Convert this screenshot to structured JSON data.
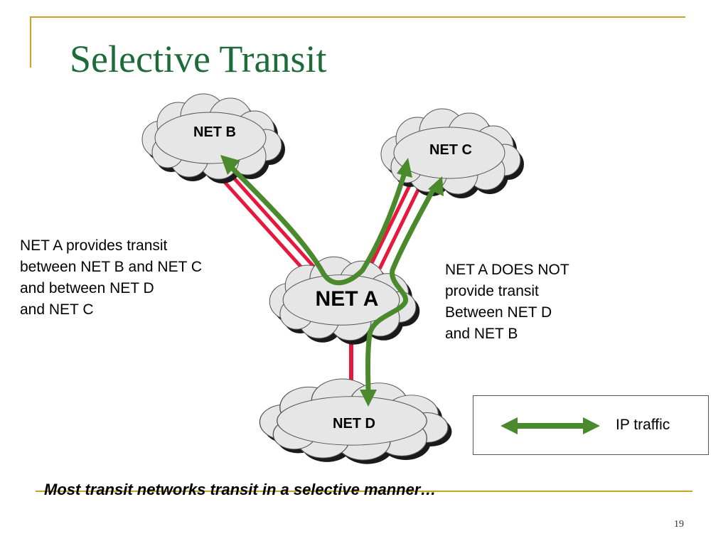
{
  "slide": {
    "title": "Selective Transit",
    "caption": "Most transit networks transit in a selective manner…",
    "page_number": "19"
  },
  "diagram": {
    "networks": {
      "net_a": "NET A",
      "net_b": "NET B",
      "net_c": "NET C",
      "net_d": "NET D"
    },
    "link_color": "#e8173c",
    "traffic_color": "#4a8a2c"
  },
  "notes": {
    "left": "NET A provides transit\nbetween NET B and NET C\nand between NET D\nand NET C",
    "right": "NET A DOES NOT\nprovide transit\nBetween NET D\nand NET B"
  },
  "legend": {
    "label": "IP traffic",
    "icon": "double-headed-arrow-icon"
  },
  "colors": {
    "title": "#1e6b3a",
    "accent_rule": "#c9a227",
    "cloud_fill": "#e6e6e6",
    "cloud_shadow": "#1a1a1a"
  }
}
